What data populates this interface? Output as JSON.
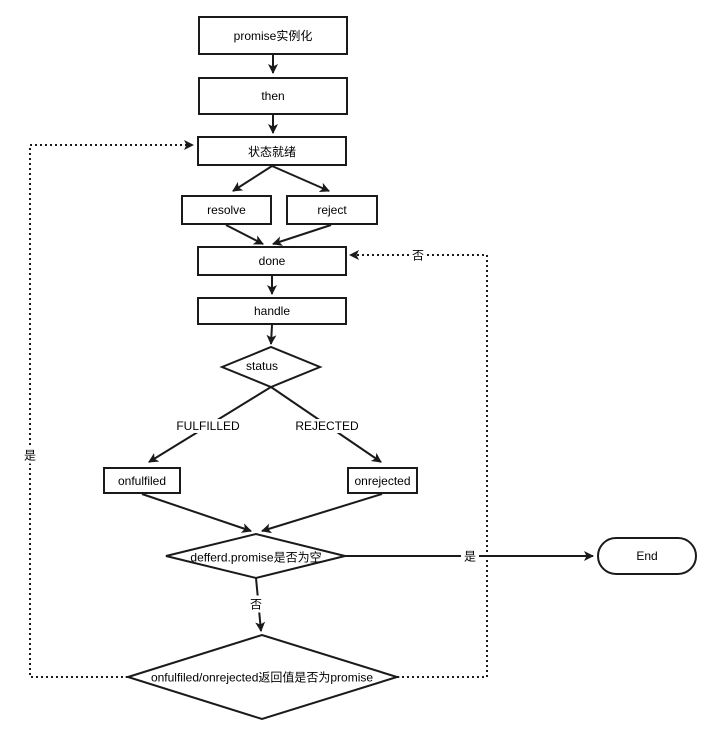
{
  "diagram": {
    "nodes": {
      "promise_init": {
        "label": "promise实例化",
        "shape": "rect"
      },
      "then": {
        "label": "then",
        "shape": "rect"
      },
      "status_ready": {
        "label": "状态就绪",
        "shape": "rect"
      },
      "resolve": {
        "label": "resolve",
        "shape": "rect"
      },
      "reject": {
        "label": "reject",
        "shape": "rect"
      },
      "done": {
        "label": "done",
        "shape": "rect"
      },
      "handle": {
        "label": "handle",
        "shape": "rect"
      },
      "status": {
        "label": "status",
        "shape": "diamond"
      },
      "onfulfiled": {
        "label": "onfulfiled",
        "shape": "rect"
      },
      "onrejected": {
        "label": "onrejected",
        "shape": "rect"
      },
      "deferred_check": {
        "label": "defferd.promise是否为空",
        "shape": "diamond"
      },
      "return_check": {
        "label": "onfulfiled/onrejected返回值是否为promise",
        "shape": "diamond"
      },
      "end": {
        "label": "End",
        "shape": "stadium"
      }
    },
    "edge_labels": {
      "fulfilled": "FULFILLED",
      "rejected": "REJECTED",
      "yes_left_loop": "是",
      "no_right_loop": "否",
      "yes_to_end": "是",
      "no_down": "否"
    },
    "colors": {
      "line": "#1a1a1a",
      "node_border": "#1a1a1a",
      "node_fill": "#ffffff",
      "text": "#000000",
      "background": "#ffffff"
    }
  }
}
